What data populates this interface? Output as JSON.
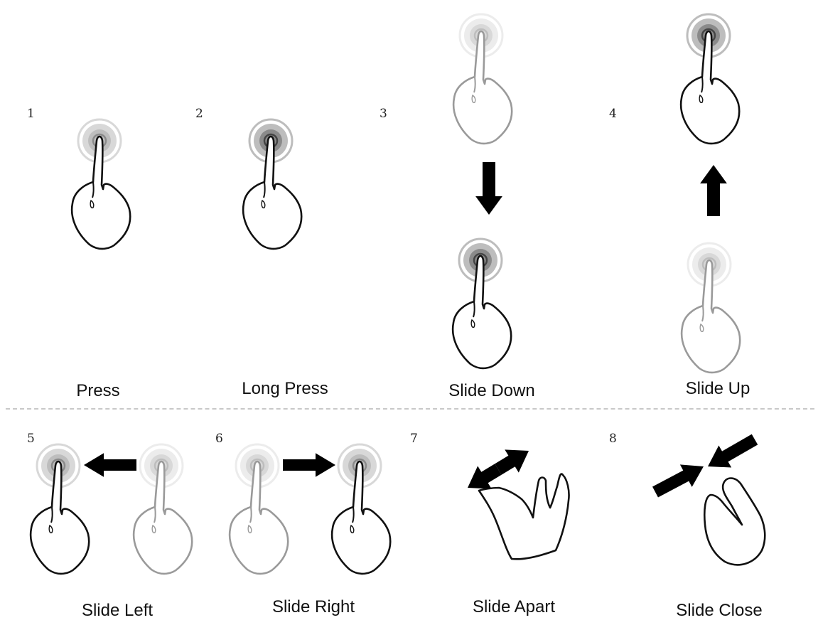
{
  "gestures": [
    {
      "number": "1",
      "label": "Press"
    },
    {
      "number": "2",
      "label": "Long Press"
    },
    {
      "number": "3",
      "label": "Slide Down"
    },
    {
      "number": "4",
      "label": "Slide Up"
    },
    {
      "number": "5",
      "label": "Slide Left"
    },
    {
      "number": "6",
      "label": "Slide Right"
    },
    {
      "number": "7",
      "label": "Slide Apart"
    },
    {
      "number": "8",
      "label": "Slide Close"
    }
  ],
  "colors": {
    "line": "#111111",
    "line_faded": "#9a9a9a",
    "press_dark": "#444444",
    "press_mid": "#8a8a8a",
    "press_light": "#bdbdbd",
    "press_faint": "#d8d8d8",
    "arrow": "#000000"
  }
}
